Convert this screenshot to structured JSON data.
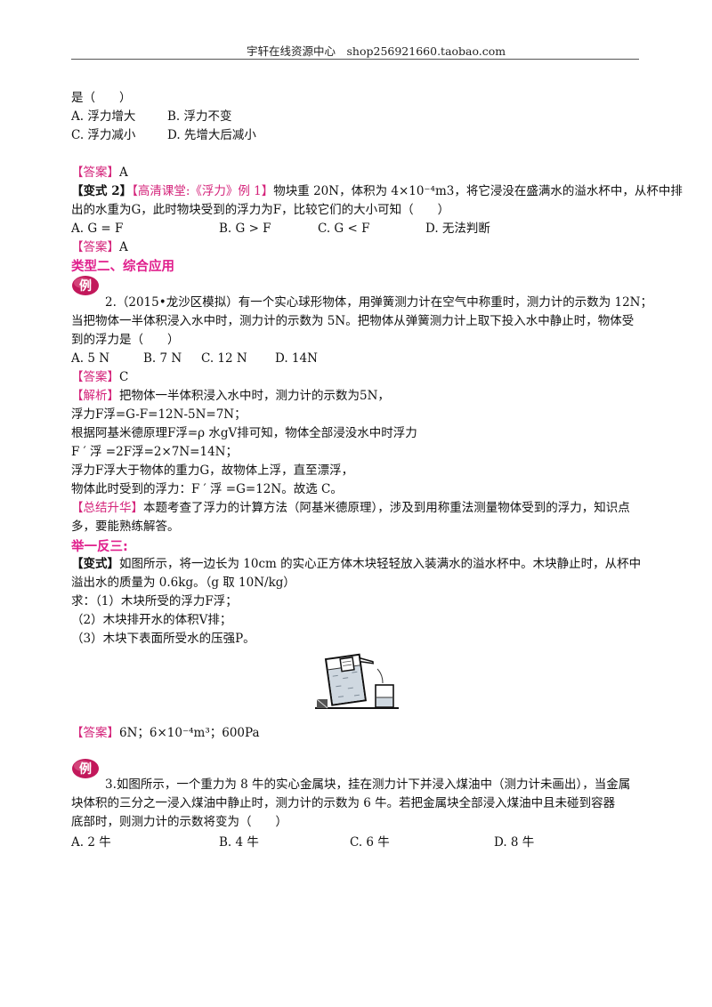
{
  "header": {
    "text": "宇轩在线资源中心　shop256921660.taobao.com"
  },
  "q_prev": {
    "stem_tail": "是（　　）",
    "opt_a": "A. 浮力增大",
    "opt_b": "B. 浮力不变",
    "opt_c": "C. 浮力减小",
    "opt_d": "D. 先增大后减小"
  },
  "ans1": {
    "label": "【答案】",
    "value": "A"
  },
  "variant2": {
    "label": "【变式 2】",
    "source": "【高清课堂:《浮力》例 1】",
    "line1_rest": "物块重 20N，体积为 4×10⁻⁴m3，将它浸没在盛满水的溢水杯中，从杯中排",
    "line2": "出的水重为G，此时物块受到的浮力为F，比较它们的大小可知（　　）",
    "opt_a": "A. G = F",
    "opt_b": "B. G > F",
    "opt_c": "C. G < F",
    "opt_d": "D. 无法判断"
  },
  "ans2": {
    "label": "【答案】",
    "value": "A"
  },
  "section": {
    "title": "类型二、综合应用"
  },
  "badge": {
    "char": "例"
  },
  "q2": {
    "line1": "2.（2015•龙沙区模拟）有一个实心球形物体，用弹簧测力计在空气中称重时，测力计的示数为 12N；",
    "line2": "当把物体一半体积浸入水中时，测力计的示数为 5N。把物体从弹簧测力计上取下投入水中静止时，物体受",
    "line3": "到的浮力是（　　）",
    "opt_a": "A. 5 N",
    "opt_b": "B. 7 N",
    "opt_c": "C. 12 N",
    "opt_d": "D. 14N"
  },
  "ans3": {
    "label": "【答案】",
    "value": "C"
  },
  "analysis": {
    "label": "【解析】",
    "line1": "把物体一半体积浸入水中时，测力计的示数为5N，",
    "line2": "浮力F浮=G-F=12N-5N=7N；",
    "line3": "根据阿基米德原理F浮=ρ 水gV排可知，物体全部浸没水中时浮力",
    "line4": "F ′ 浮 =2F浮=2×7N=14N；",
    "line5": "浮力F浮大于物体的重力G，故物体上浮，直至漂浮，",
    "line6": "物体此时受到的浮力：F ′ 浮 =G=12N。故选 C。"
  },
  "summary": {
    "label": "【总结升华】",
    "line1": "本题考查了浮力的计算方法（阿基米德原理），涉及到用称重法测量物体受到的浮力，知识点",
    "line2": "多，要能熟练解答。"
  },
  "juyi": {
    "title": "举一反三:"
  },
  "variant": {
    "label": "【变式】",
    "line1": "如图所示，将一边长为 10cm 的实心正方体木块轻轻放入装满水的溢水杯中。木块静止时，从杯中",
    "line2": "溢出水的质量为 0.6kg。（g 取 10N/kg）",
    "line3": "求：（1）木块所受的浮力F浮；",
    "line4": "（2）木块排开水的体积V排；",
    "line5": "（3）木块下表面所受水的压强P。"
  },
  "figure": {
    "icon": "overflow-cup-figure"
  },
  "ans4": {
    "label": "【答案】",
    "value": "6N；6×10⁻⁴m³；600Pa"
  },
  "q3": {
    "line1": "3.如图所示，一个重力为 8 牛的实心金属块，挂在测力计下并浸入煤油中（测力计未画出），当金属",
    "line2": "块体积的三分之一浸入煤油中静止时，测力计的示数为 6 牛。若把金属块全部浸入煤油中且未碰到容器",
    "line3": "底部时，则测力计的示数将变为（　　）",
    "opt_a": "A. 2 牛",
    "opt_b": "B. 4 牛",
    "opt_c": "C. 6 牛",
    "opt_d": "D. 8 牛"
  },
  "colors": {
    "accent": "#d4237a",
    "section": "#e01f8c",
    "badge": "#c2185b"
  }
}
